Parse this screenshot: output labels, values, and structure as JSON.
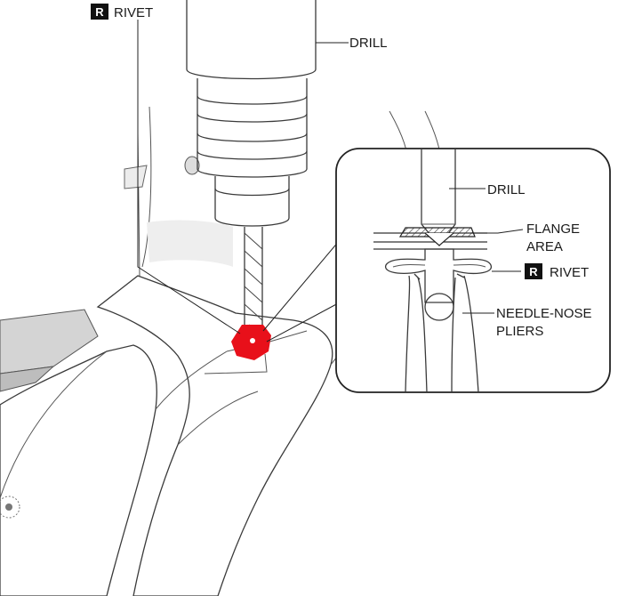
{
  "labels": {
    "rivet_main": "RIVET",
    "drill_main": "DRILL",
    "drill_inset": "DRILL",
    "flange_line1": "FLANGE",
    "flange_line2": "AREA",
    "rivet_inset": "RIVET",
    "pliers_line1": "NEEDLE-NOSE",
    "pliers_line2": "PLIERS"
  },
  "badges": {
    "main": "R",
    "inset": "R"
  },
  "colors": {
    "rivet_highlight": "#e8101a",
    "badge_bg": "#111111",
    "line": "#3a3a3a",
    "panel_shade": "#d9d9d9"
  }
}
